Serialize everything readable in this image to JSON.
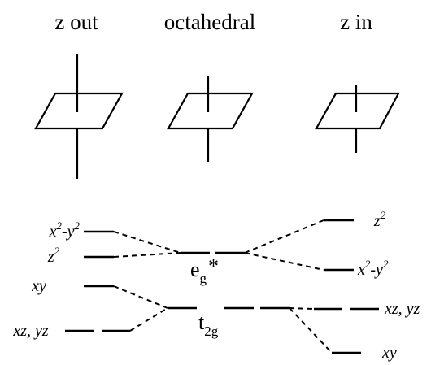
{
  "headers": {
    "z_out": "z out",
    "octahedral": "octahedral",
    "z_in": "z in"
  },
  "labels": {
    "left_x2y2": {
      "base1": "x",
      "sup1": "2",
      "mid": "-y",
      "sup2": "2"
    },
    "left_z2": {
      "base": "z",
      "sup": "2"
    },
    "left_xy": "xy",
    "left_xzyz": "xz, yz",
    "right_z2": {
      "base": "z",
      "sup": "2"
    },
    "right_x2y2": {
      "base1": "x",
      "sup1": "2",
      "mid": "-y",
      "sup2": "2"
    },
    "right_xzyz": "xz, yz",
    "right_xy": "xy"
  },
  "symmetry": {
    "eg": {
      "base": "e",
      "sub": "g",
      "star": "*"
    },
    "t2g": {
      "base": "t",
      "sub": "2g"
    }
  }
}
